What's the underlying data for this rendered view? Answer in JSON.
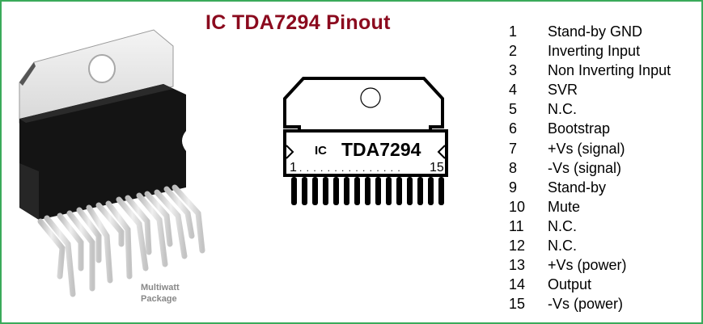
{
  "title": "IC TDA7294 Pinout",
  "photo": {
    "caption_line1": "Multiwatt",
    "caption_line2": "Package"
  },
  "schematic": {
    "ic_prefix": "IC",
    "part_name": "TDA7294",
    "first_pin_label": "1",
    "last_pin_label": "15",
    "pin_dots": ". . . . . . . . . . . . . .   .",
    "pin_count": 15
  },
  "pins": [
    {
      "number": "1",
      "name": "Stand-by GND"
    },
    {
      "number": "2",
      "name": "Inverting Input"
    },
    {
      "number": "3",
      "name": "Non Inverting Input"
    },
    {
      "number": "4",
      "name": "SVR"
    },
    {
      "number": "5",
      "name": "N.C."
    },
    {
      "number": "6",
      "name": "Bootstrap"
    },
    {
      "number": "7",
      "name": "+Vs (signal)"
    },
    {
      "number": "8",
      "name": "-Vs (signal)"
    },
    {
      "number": "9",
      "name": "Stand-by"
    },
    {
      "number": "10",
      "name": "Mute"
    },
    {
      "number": "11",
      "name": "N.C."
    },
    {
      "number": "12",
      "name": "N.C."
    },
    {
      "number": "13",
      "name": "+Vs (power)"
    },
    {
      "number": "14",
      "name": "Output"
    },
    {
      "number": "15",
      "name": "-Vs (power)"
    }
  ],
  "colors": {
    "title": "#8b0a1e",
    "border": "#3aaa5a",
    "caption": "#888888"
  }
}
